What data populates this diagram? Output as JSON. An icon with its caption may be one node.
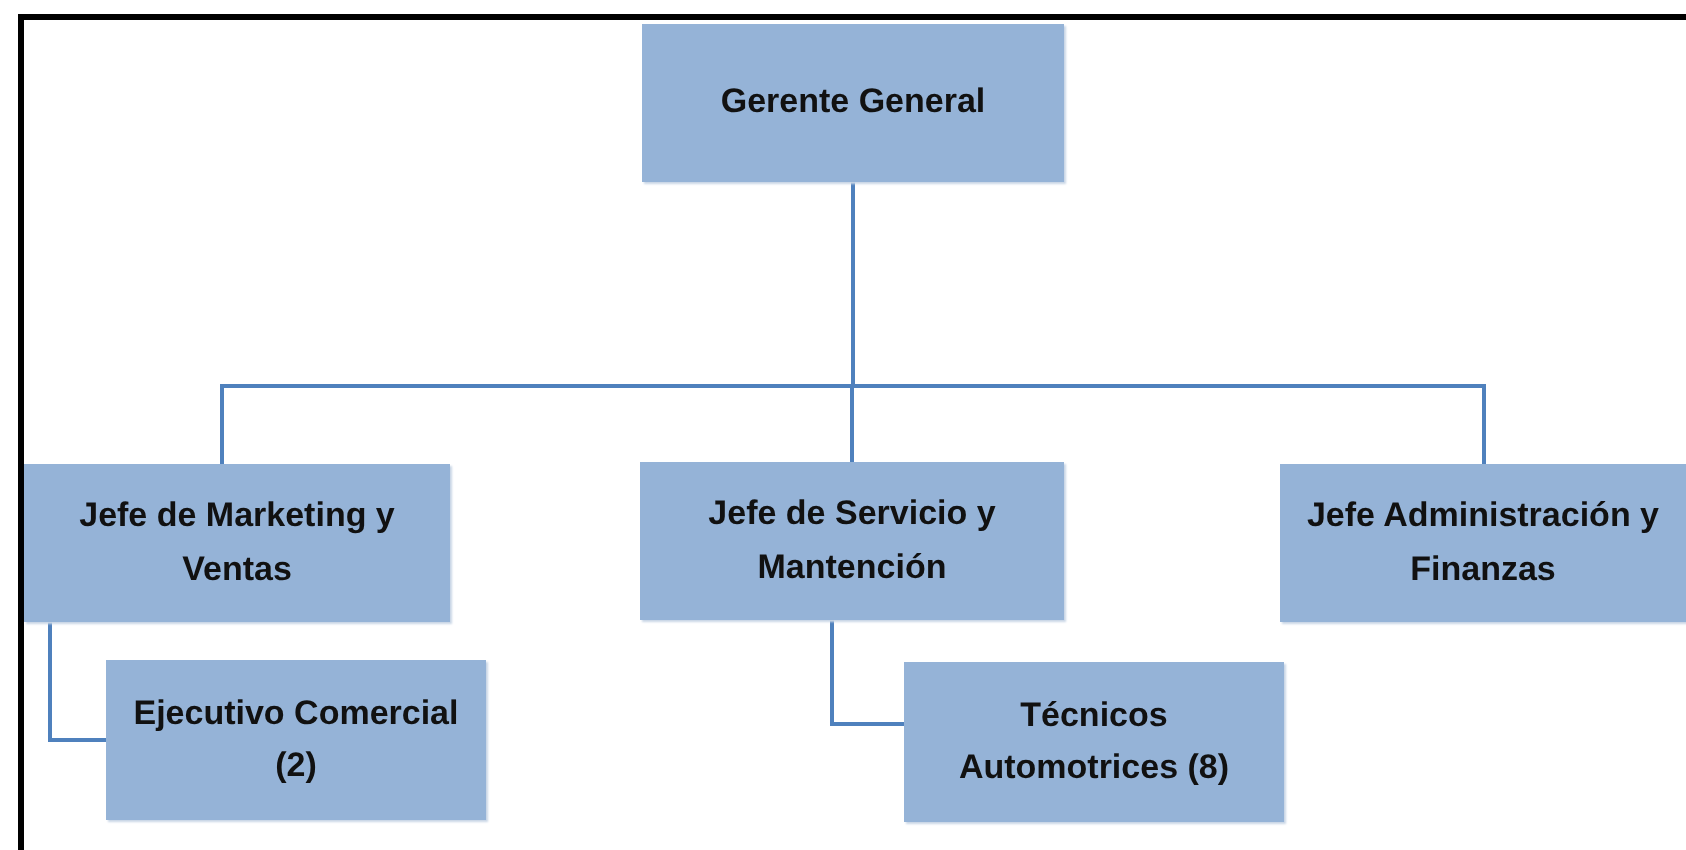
{
  "diagram": {
    "nodes": [
      {
        "text": [
          "Gerente General"
        ]
      },
      {
        "text": [
          "Jefe de Marketing y Ventas"
        ]
      },
      {
        "text": [
          "Jefe de Servicio y Mantención"
        ]
      },
      {
        "text": [
          "Jefe Administración y Finanzas"
        ]
      },
      {
        "text": [
          "Ejecutivo Comercial (2)"
        ]
      },
      {
        "text": [
          "Técnicos Automotrices (8)"
        ]
      }
    ],
    "edges": [
      {
        "from": 0,
        "to": 1,
        "arrow": "none"
      },
      {
        "from": 0,
        "to": 2,
        "arrow": "none"
      },
      {
        "from": 0,
        "to": 3,
        "arrow": "none"
      },
      {
        "from": 1,
        "to": 4,
        "arrow": "none"
      },
      {
        "from": 2,
        "to": 5,
        "arrow": "none"
      }
    ]
  }
}
